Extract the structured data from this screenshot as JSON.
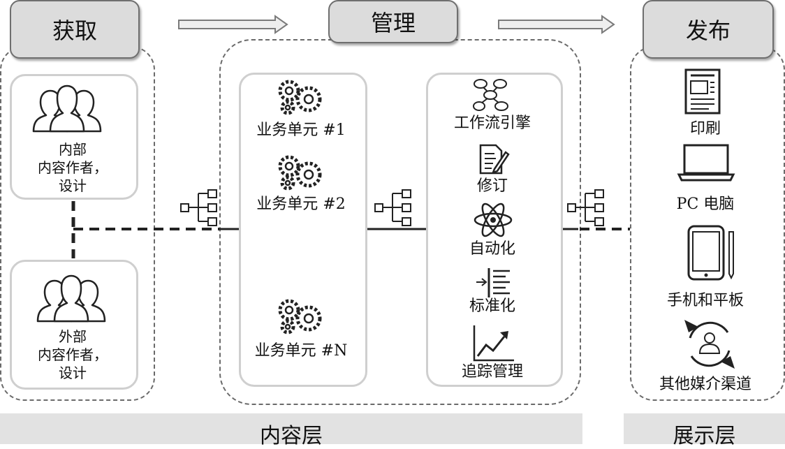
{
  "stages": {
    "acquire": "获取",
    "manage": "管理",
    "publish": "发布"
  },
  "acquire": {
    "internal_lines": [
      "内部",
      "内容作者，",
      "设计"
    ],
    "external_lines": [
      "外部",
      "内容作者，",
      "设计"
    ]
  },
  "business_units": [
    "业务单元 #1",
    "业务单元 #2",
    "业务单元 #N"
  ],
  "features": [
    "工作流引擎",
    "修订",
    "自动化",
    "标准化",
    "追踪管理"
  ],
  "channels": [
    "印刷",
    "PC 电脑",
    "手机和平板",
    "其他媒介渠道"
  ],
  "layers": {
    "content": "内容层",
    "presentation": "展示层"
  }
}
